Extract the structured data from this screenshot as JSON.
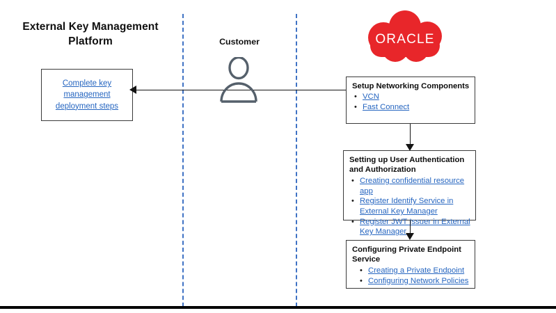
{
  "diagram": {
    "platform_title": "External Key Management Platform",
    "bottom_bar_color": "#000000",
    "lane_divider_color": "#3F72C4",
    "link_color": "#2565C0",
    "bullet_char": "•"
  },
  "actor": {
    "label": "Customer",
    "icon": "person-icon"
  },
  "brand": {
    "name": "ORACLE",
    "logo_shape": "cloud",
    "logo_color": "#E8262A",
    "text_color": "#ffffff"
  },
  "ekm_box": {
    "link_label": "Complete key management deployment steps"
  },
  "boxes": [
    {
      "id": "networking",
      "title": "Setup Networking Components",
      "items": [
        "VCN",
        "Fast Connect"
      ]
    },
    {
      "id": "auth",
      "title": "Setting up User Authentication and Authorization",
      "items": [
        "Creating confidential resource app",
        "Register Identify Service in External Key Manager",
        "Register JWT Issuer in External Key Manager"
      ]
    },
    {
      "id": "endpoint",
      "title": "Configuring Private Endpoint Service",
      "items": [
        "Creating a Private Endpoint",
        "Configuring Network Policies"
      ]
    }
  ]
}
